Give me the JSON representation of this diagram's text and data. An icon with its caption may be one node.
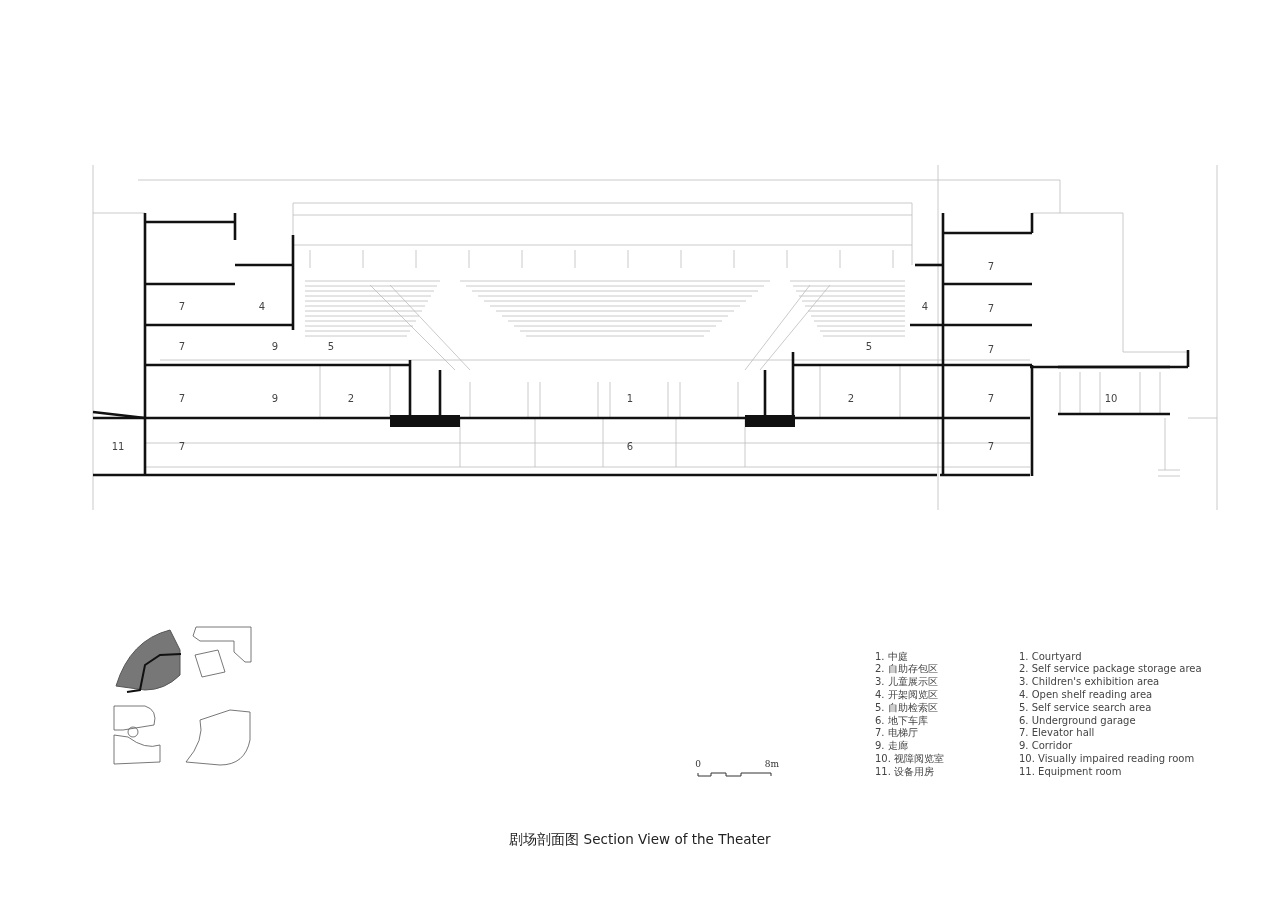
{
  "diagram": {
    "caption": "剧场剖面图 Section View of the Theater",
    "labels": [
      "7",
      "7",
      "4",
      "4",
      "7",
      "7",
      "9",
      "5",
      "5",
      "7",
      "7",
      "9",
      "2",
      "1",
      "2",
      "7",
      "10",
      "11",
      "7",
      "6",
      "7",
      "1. 中庭",
      "1. Courtyard",
      "2. 自助存包区",
      "2. Self service package storage area",
      "3. 儿童展示区",
      "3. Children's exhibition area",
      "4. 开架阅览区",
      "4. Open shelf reading area",
      "5. 自助检索区",
      "5. Self service search area",
      "6. 地下车库",
      "6. Underground garage",
      "7. 电梯厅",
      "7. Elevator hall",
      "9. 走廊",
      "9. Corridor",
      "10. 视障阅览室",
      "10. Visually impaired reading room",
      "11. 设备用房",
      "11. Equipment room",
      "0",
      "8m"
    ]
  }
}
